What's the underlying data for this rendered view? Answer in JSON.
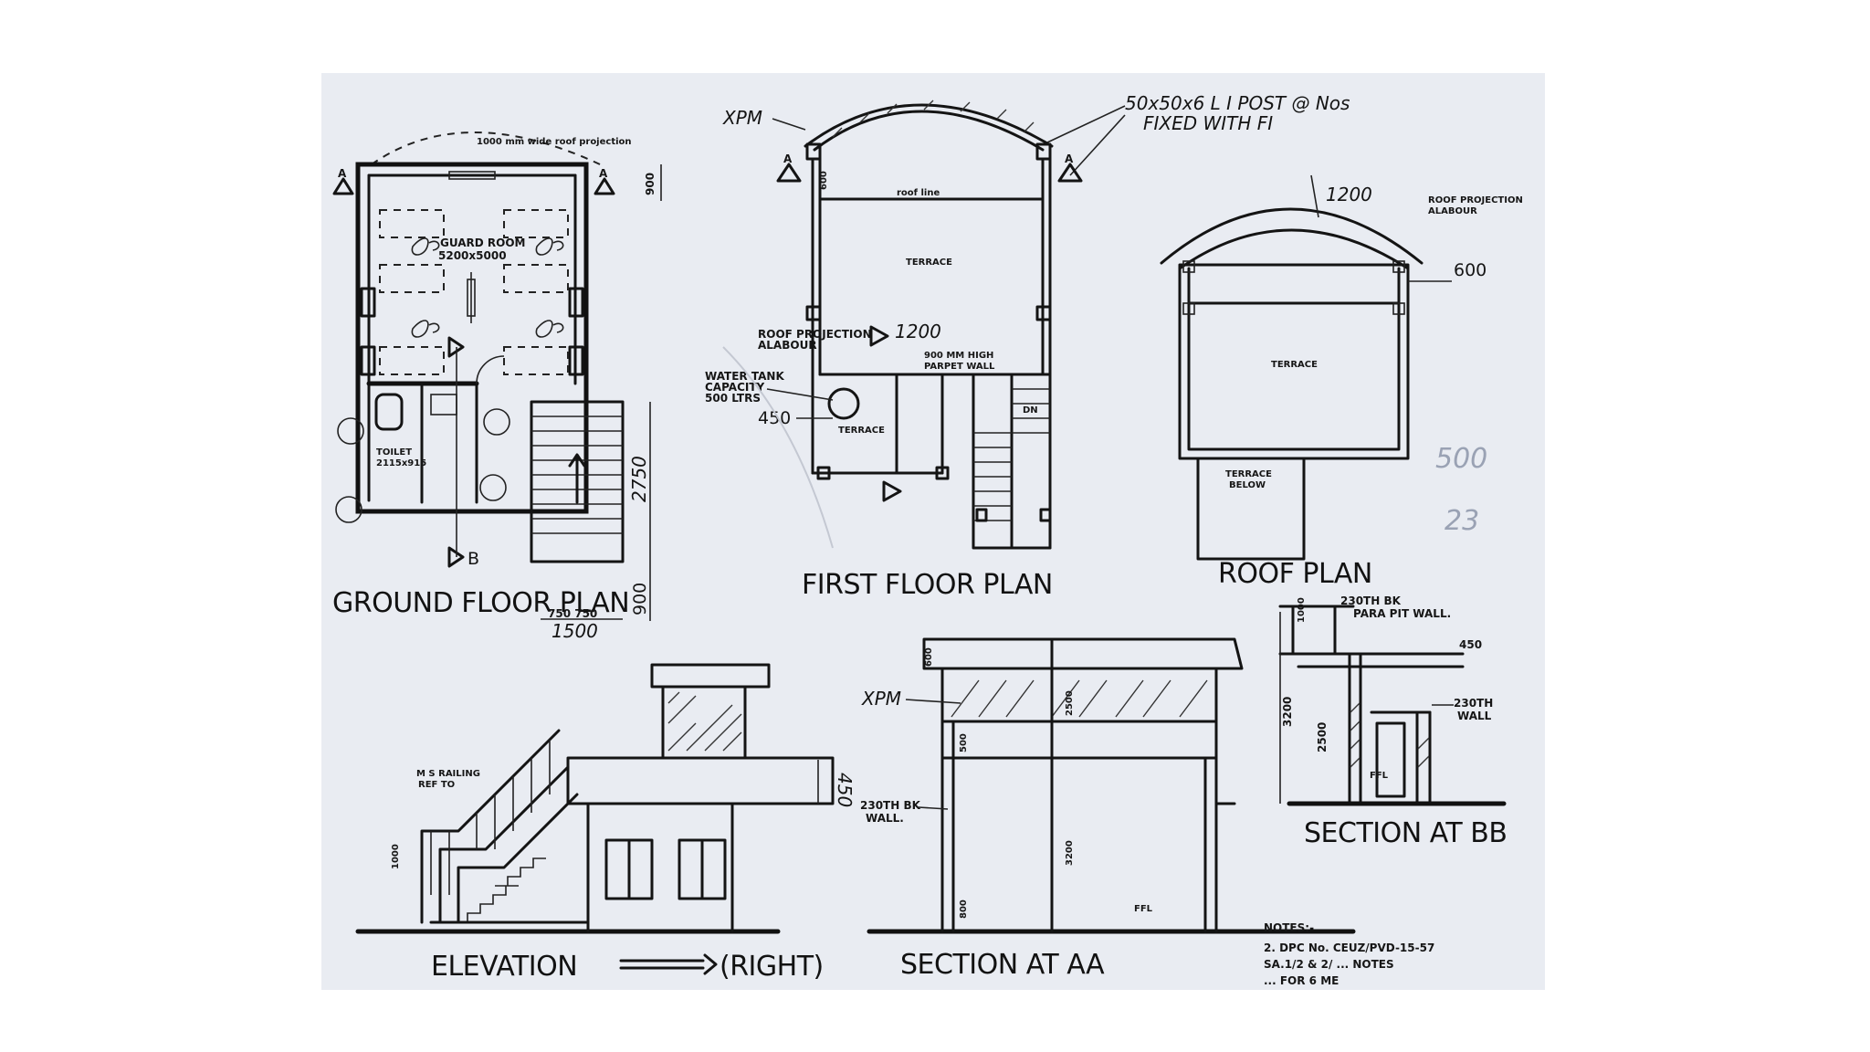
{
  "titles": {
    "ground_floor_plan": "GROUND FLOOR PLAN",
    "first_floor_plan": "FIRST FLOOR PLAN",
    "roof_plan": "ROOF PLAN",
    "elevation_prefix": "ELEVATION",
    "elevation_suffix": "(RIGHT)",
    "section_aa": "SECTION AT AA",
    "section_bb": "SECTION AT BB"
  },
  "ground_floor": {
    "roof_projection": "1000 mm wide roof projection",
    "guard_room": "GUARD ROOM",
    "guard_room_size": "5200x5000",
    "toilet": "TOILET",
    "toilet_size": "2115x915",
    "dim_900": "900",
    "dim_2750": "2750",
    "dim_900b": "900",
    "dim_750_750": "750 750",
    "dim_1500": "1500",
    "section_a": "A",
    "section_b": "B"
  },
  "first_floor": {
    "xpm": "XPM",
    "post_note": "50x50x6 L I POST @ Nos",
    "post_note_2": "FIXED WITH FI",
    "roof_line": "roof line",
    "terrace": "TERRACE",
    "terrace_lower": "TERRACE",
    "roof_projection": "ROOF PROJECTION",
    "roof_projection_2": "ALABOUR",
    "dim_1200": "1200",
    "parapet": "900 MM HIGH",
    "parapet_2": "PARPET WALL",
    "water_tank": "WATER TANK",
    "water_tank_2": "CAPACITY",
    "water_tank_3": "500 LTRS",
    "dim_450": "450",
    "dim_600": "600",
    "dn": "DN",
    "section_a": "A"
  },
  "roof_plan": {
    "dim_1200": "1200",
    "roof_projection": "ROOF PROJECTION",
    "roof_projection_2": "ALABOUR",
    "dim_600": "600",
    "terrace": "TERRACE",
    "terrace_below": "TERRACE",
    "terrace_below_2": "BELOW",
    "note_500": "500",
    "note_23": "23"
  },
  "elevation": {
    "railing": "M S RAILING",
    "railing_2": "REF TO",
    "dim_1000": "1000",
    "dim_450": "450"
  },
  "section_aa": {
    "xpm": "XPM",
    "wall": "230TH BK",
    "wall_2": "WALL.",
    "dim_600": "600",
    "dim_2500": "2500",
    "dim_500": "500",
    "dim_3200": "3200",
    "dim_800": "800",
    "ffl": "FFL"
  },
  "section_bb": {
    "parapet": "230TH BK",
    "parapet_2": "PARA PIT WALL.",
    "dim_450": "450",
    "dim_3200": "3200",
    "dim_2500": "2500",
    "ffl": "FFL",
    "wall": "230TH",
    "wall_2": "WALL",
    "dim_1000": "1000"
  },
  "notes": {
    "heading": "NOTES:-",
    "line1": "2. DPC No. CEUZ/PVD-15-57",
    "line2": "SA.1/2 & 2/ ... NOTES",
    "line3": "... FOR 6 ME"
  },
  "colors": {
    "sheet": "#e9ecf2",
    "ink": "#141414"
  }
}
